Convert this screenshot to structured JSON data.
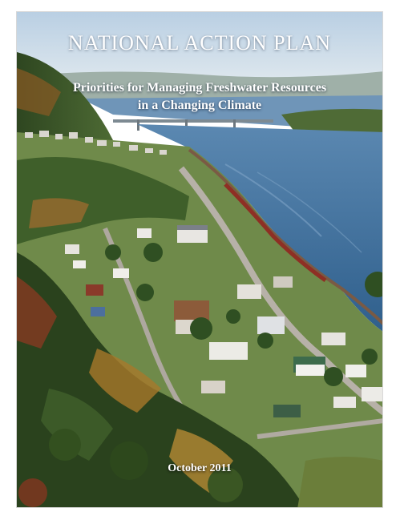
{
  "cover": {
    "title": "NATIONAL ACTION PLAN",
    "subtitle_line1": "Priorities for Managing Freshwater Resources",
    "subtitle_line2": "in a Changing Climate",
    "date": "October 2011"
  },
  "colors": {
    "sky": "#c9dbea",
    "river": "#3e6f9c",
    "forest_dark": "#2f4a22",
    "forest_autumn": "#b3782c",
    "road": "#a9a39a",
    "roof_red": "#8a3a2a",
    "roof_green": "#3d6b4c"
  }
}
